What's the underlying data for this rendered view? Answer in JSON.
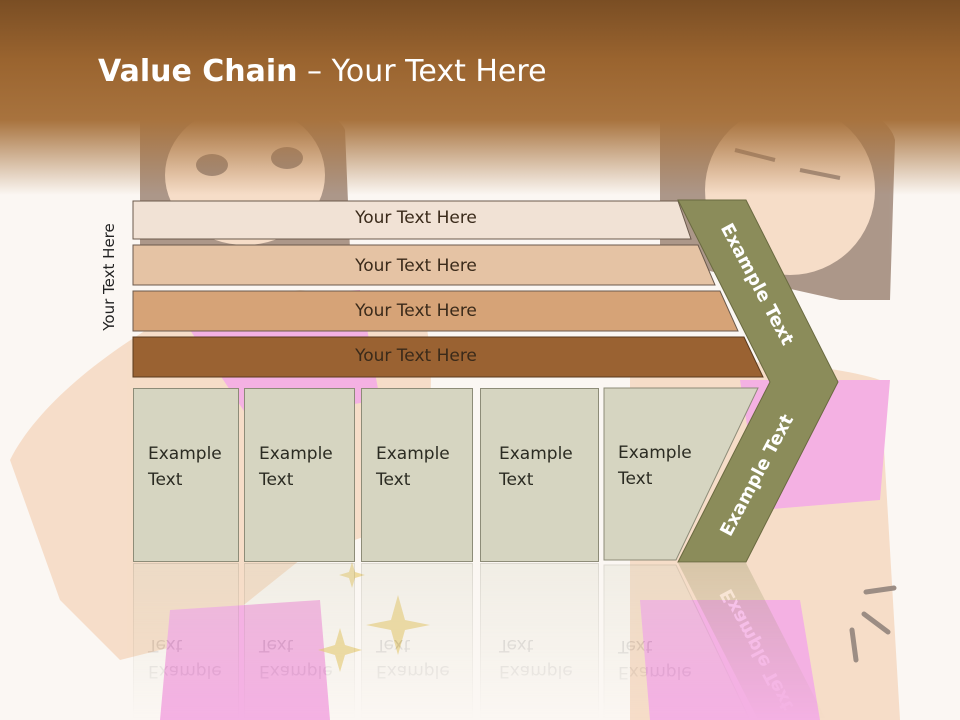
{
  "title": {
    "bold": "Value Chain",
    "rest": " – Your Text Here"
  },
  "side_label": "Your Text Here",
  "bands": [
    {
      "label": "Your Text Here",
      "color": "#f1e2d5"
    },
    {
      "label": "Your Text Here",
      "color": "#e5c3a4"
    },
    {
      "label": "Your Text Here",
      "color": "#d6a377"
    },
    {
      "label": "Your Text Here",
      "color": "#9a6232"
    }
  ],
  "chevron": {
    "upper_label": "Example Text",
    "lower_label": "Example Text",
    "color": "#8b8c5a"
  },
  "boxes": [
    {
      "line1": "Example",
      "line2": "Text"
    },
    {
      "line1": "Example",
      "line2": "Text"
    },
    {
      "line1": "Example",
      "line2": "Text"
    },
    {
      "line1": "Example",
      "line2": "Text"
    },
    {
      "line1": "Example",
      "line2": "Text"
    }
  ],
  "colors": {
    "header": "#9a642f",
    "box_fill": "#d6d5c1",
    "box_border": "#8d8c78"
  }
}
